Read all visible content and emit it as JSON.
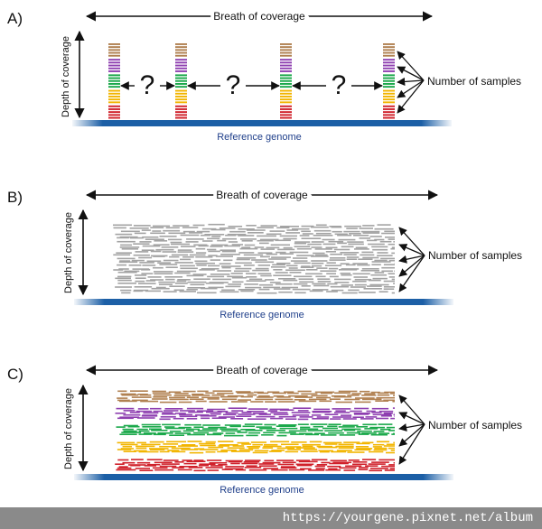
{
  "panels": [
    {
      "id": "A",
      "label": "A)",
      "breadth_label": "Breath of coverage",
      "depth_label": "Depth of coverage",
      "samples_label": "Number of samples",
      "reference_label": "Reference genome",
      "question_mark": "?",
      "layout": "columns"
    },
    {
      "id": "B",
      "label": "B)",
      "breadth_label": "Breath of coverage",
      "depth_label": "Depth of coverage",
      "samples_label": "Number of samples",
      "reference_label": "Reference genome",
      "layout": "gray-reads"
    },
    {
      "id": "C",
      "label": "C)",
      "breadth_label": "Breath of coverage",
      "depth_label": "Depth of coverage",
      "samples_label": "Number of samples",
      "reference_label": "Reference genome",
      "layout": "colored-reads"
    }
  ],
  "sample_colors": [
    "#b08050",
    "#8e3fb0",
    "#1aa84a",
    "#f2b500",
    "#d0202a"
  ],
  "gray_read_color": "#a3a3a3",
  "reference_color": "#1c5fa6",
  "reference_label_color": "#1f3f8a",
  "text_color": "#111111",
  "footer_url": "https://yourgene.pixnet.net/album"
}
